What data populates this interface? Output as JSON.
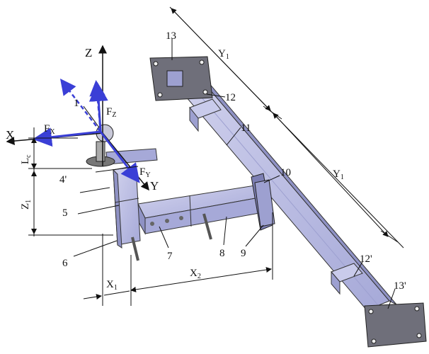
{
  "diagram": {
    "axes": {
      "z": "Z",
      "x": "X",
      "y": "Y"
    },
    "forces": {
      "fz": "F",
      "fz_sub": "Z",
      "fx": "F",
      "fx_sub": "X",
      "fy": "F",
      "fy_sub": "Y"
    },
    "dims": {
      "lc": "L",
      "lc_sub": "c",
      "z1": "Z",
      "z1_sub": "1",
      "x1": "X",
      "x1_sub": "1",
      "x2": "X",
      "x2_sub": "2",
      "y1a": "Y",
      "y1a_sub": "1",
      "y1b": "Y",
      "y1b_sub": "1"
    },
    "parts": {
      "p1": "1",
      "p4": "4'",
      "p5": "5",
      "p6": "6",
      "p7": "7",
      "p8": "8",
      "p9": "9",
      "p10": "10",
      "p11": "11",
      "p12": "12",
      "p12b": "12'",
      "p13": "13",
      "p13b": "13'"
    },
    "colors": {
      "tube": "#b7b9e0",
      "tube_dark": "#8f92c4",
      "plate": "#6f6f7a",
      "force": "#3a3fd6",
      "line": "#111111"
    }
  }
}
